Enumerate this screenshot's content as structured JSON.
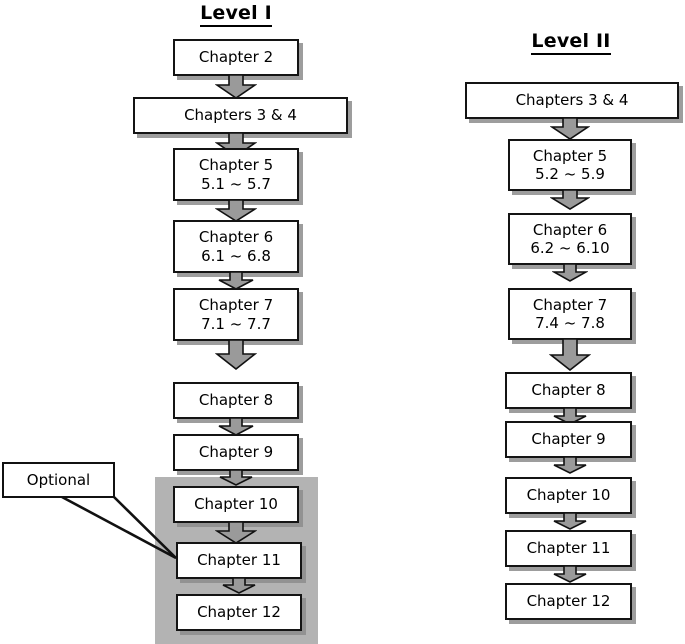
{
  "diagram": {
    "title_visible": false,
    "columns": [
      {
        "id": "level-1",
        "heading": "Level I",
        "nodes": [
          {
            "id": "l1-ch2",
            "line1": "Chapter 2",
            "line2": ""
          },
          {
            "id": "l1-ch34",
            "line1": "Chapters 3 & 4",
            "line2": ""
          },
          {
            "id": "l1-ch5",
            "line1": "Chapter 5",
            "line2": "5.1 ~ 5.7"
          },
          {
            "id": "l1-ch6",
            "line1": "Chapter 6",
            "line2": "6.1 ~ 6.8"
          },
          {
            "id": "l1-ch7",
            "line1": "Chapter 7",
            "line2": "7.1 ~ 7.7"
          },
          {
            "id": "l1-ch8",
            "line1": "Chapter 8",
            "line2": ""
          },
          {
            "id": "l1-ch9",
            "line1": "Chapter 9",
            "line2": ""
          },
          {
            "id": "l1-ch10",
            "line1": "Chapter 10",
            "line2": ""
          },
          {
            "id": "l1-ch11",
            "line1": "Chapter 11",
            "line2": ""
          },
          {
            "id": "l1-ch12",
            "line1": "Chapter 12",
            "line2": ""
          }
        ]
      },
      {
        "id": "level-2",
        "heading": "Level II",
        "nodes": [
          {
            "id": "l2-ch34",
            "line1": "Chapters 3 & 4",
            "line2": ""
          },
          {
            "id": "l2-ch5",
            "line1": "Chapter 5",
            "line2": "5.2 ~ 5.9"
          },
          {
            "id": "l2-ch6",
            "line1": "Chapter 6",
            "line2": "6.2 ~ 6.10"
          },
          {
            "id": "l2-ch7",
            "line1": "Chapter 7",
            "line2": "7.4 ~ 7.8"
          },
          {
            "id": "l2-ch8",
            "line1": "Chapter 8",
            "line2": ""
          },
          {
            "id": "l2-ch9",
            "line1": "Chapter 9",
            "line2": ""
          },
          {
            "id": "l2-ch10",
            "line1": "Chapter 10",
            "line2": ""
          },
          {
            "id": "l2-ch11",
            "line1": "Chapter 11",
            "line2": ""
          },
          {
            "id": "l2-ch12",
            "line1": "Chapter 12",
            "line2": ""
          }
        ]
      }
    ],
    "annotation": {
      "label": "Optional",
      "points_to": "l1-ch11",
      "shaded_group": [
        "l1-ch10",
        "l1-ch11",
        "l1-ch12"
      ]
    },
    "colors": {
      "box_fill": "#ffffff",
      "box_border": "#141414",
      "box_shadow": "#8c8c8c",
      "arrow_fill": "#9a9a9a",
      "arrow_border": "#111111",
      "shade_band": "#b3b3b3",
      "text": "#000000",
      "page_background": "#ffffff"
    }
  }
}
